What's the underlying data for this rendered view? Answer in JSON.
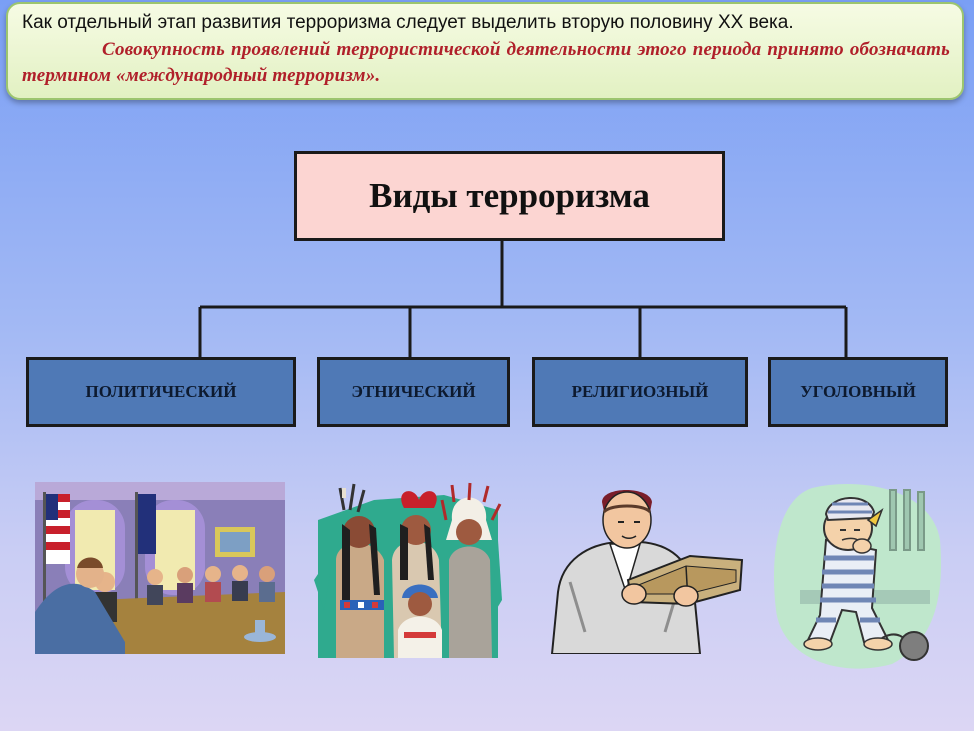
{
  "note": {
    "line1": "Как отдельный этап развития терроризма следует выделить вторую половину XX века.",
    "line2": "Совокупность проявлений террористической деятельности этого периода принято обозначать термином «международный терроризм»."
  },
  "diagram": {
    "root": "Виды терроризма",
    "types": [
      {
        "label": "ПОЛИТИЧЕСКИЙ",
        "image": "meeting-room-icon"
      },
      {
        "label": "ЭТНИЧЕСКИЙ",
        "image": "native-family-icon"
      },
      {
        "label": "РЕЛИГИОЗНЫЙ",
        "image": "priest-reading-icon"
      },
      {
        "label": "УГОЛОВНЫЙ",
        "image": "prisoner-icon"
      }
    ]
  },
  "colors": {
    "root_fill": "#fcd5d2",
    "type_fill": "#4f79b6",
    "note_text_accent": "#b0202a"
  }
}
